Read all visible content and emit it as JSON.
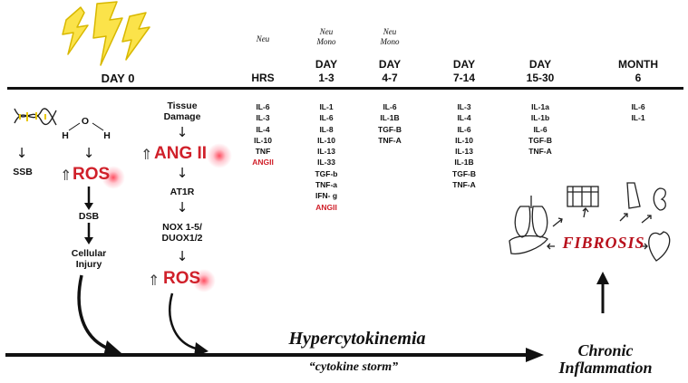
{
  "day0": {
    "label": "DAY 0"
  },
  "timepoints": [
    {
      "sub": "Neu",
      "day": "",
      "range": "HRS"
    },
    {
      "sub": "Neu\nMono",
      "day": "DAY",
      "range": "1-3"
    },
    {
      "sub": "Neu\nMono",
      "day": "DAY",
      "range": "4-7"
    },
    {
      "sub": "",
      "day": "DAY",
      "range": "7-14"
    },
    {
      "sub": "",
      "day": "DAY",
      "range": "15-30"
    },
    {
      "sub": "",
      "day": "MONTH",
      "range": "6"
    }
  ],
  "cytokines": [
    [
      "IL-6",
      "IL-3",
      "IL-4",
      "IL-10",
      "TNF",
      "ANGII"
    ],
    [
      "IL-1",
      "IL-6",
      "IL-8",
      "IL-10",
      "IL-13",
      "IL-33",
      "TGF-b",
      "TNF-a",
      "IFN- g",
      "ANGII"
    ],
    [
      "IL-6",
      "IL-1B",
      "TGF-B",
      "TNF-A"
    ],
    [
      "IL-3",
      "IL-4",
      "IL-6",
      "IL-10",
      "IL-13",
      "IL-1B",
      "TGF-B",
      "TNF-A"
    ],
    [
      "IL-1a",
      "IL-1b",
      "IL-6",
      "TGF-B",
      "TNF-A"
    ],
    [
      "IL-6",
      "IL-1"
    ]
  ],
  "highlight_color": "#d0202a",
  "pathway_left": {
    "ssb": "SSB",
    "ros": "ROS",
    "dsb": "DSB",
    "injury": "Cellular\nInjury",
    "water_h1": "H",
    "water_o": "O",
    "water_h2": "H",
    "arrow": "↓",
    "up_arrow": "⇑"
  },
  "pathway_mid": {
    "tissue": "Tissue\nDamage",
    "ang": "ANG II",
    "at1r": "AT1R",
    "nox": "NOX 1-5/\nDUOX1/2",
    "ros": "ROS"
  },
  "timeline": {
    "main": "Hypercytokinemia",
    "sub": "“cytokine storm”",
    "chronic": "Chronic\nInflammation"
  },
  "fibrosis": {
    "label": "FIBROSIS"
  }
}
